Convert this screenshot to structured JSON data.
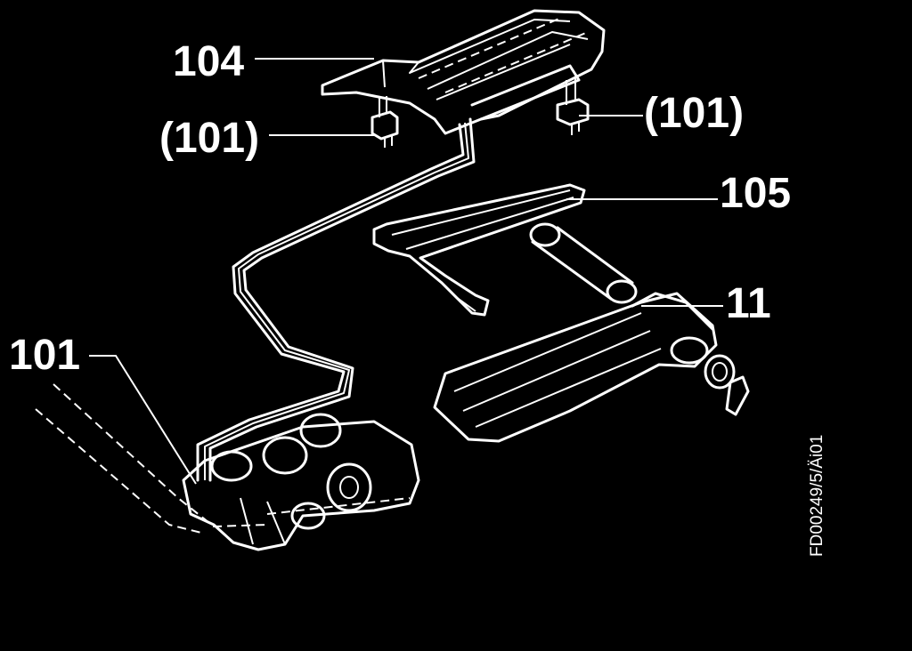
{
  "callouts": {
    "part_104": "104",
    "part_101_left": "(101)",
    "part_101_right": "(101)",
    "part_105": "105",
    "part_11": "11",
    "part_101_bottom": "101"
  },
  "figure_reference": "FD00249/5/Äi01",
  "colors": {
    "background": "#000000",
    "linework": "#ffffff"
  }
}
